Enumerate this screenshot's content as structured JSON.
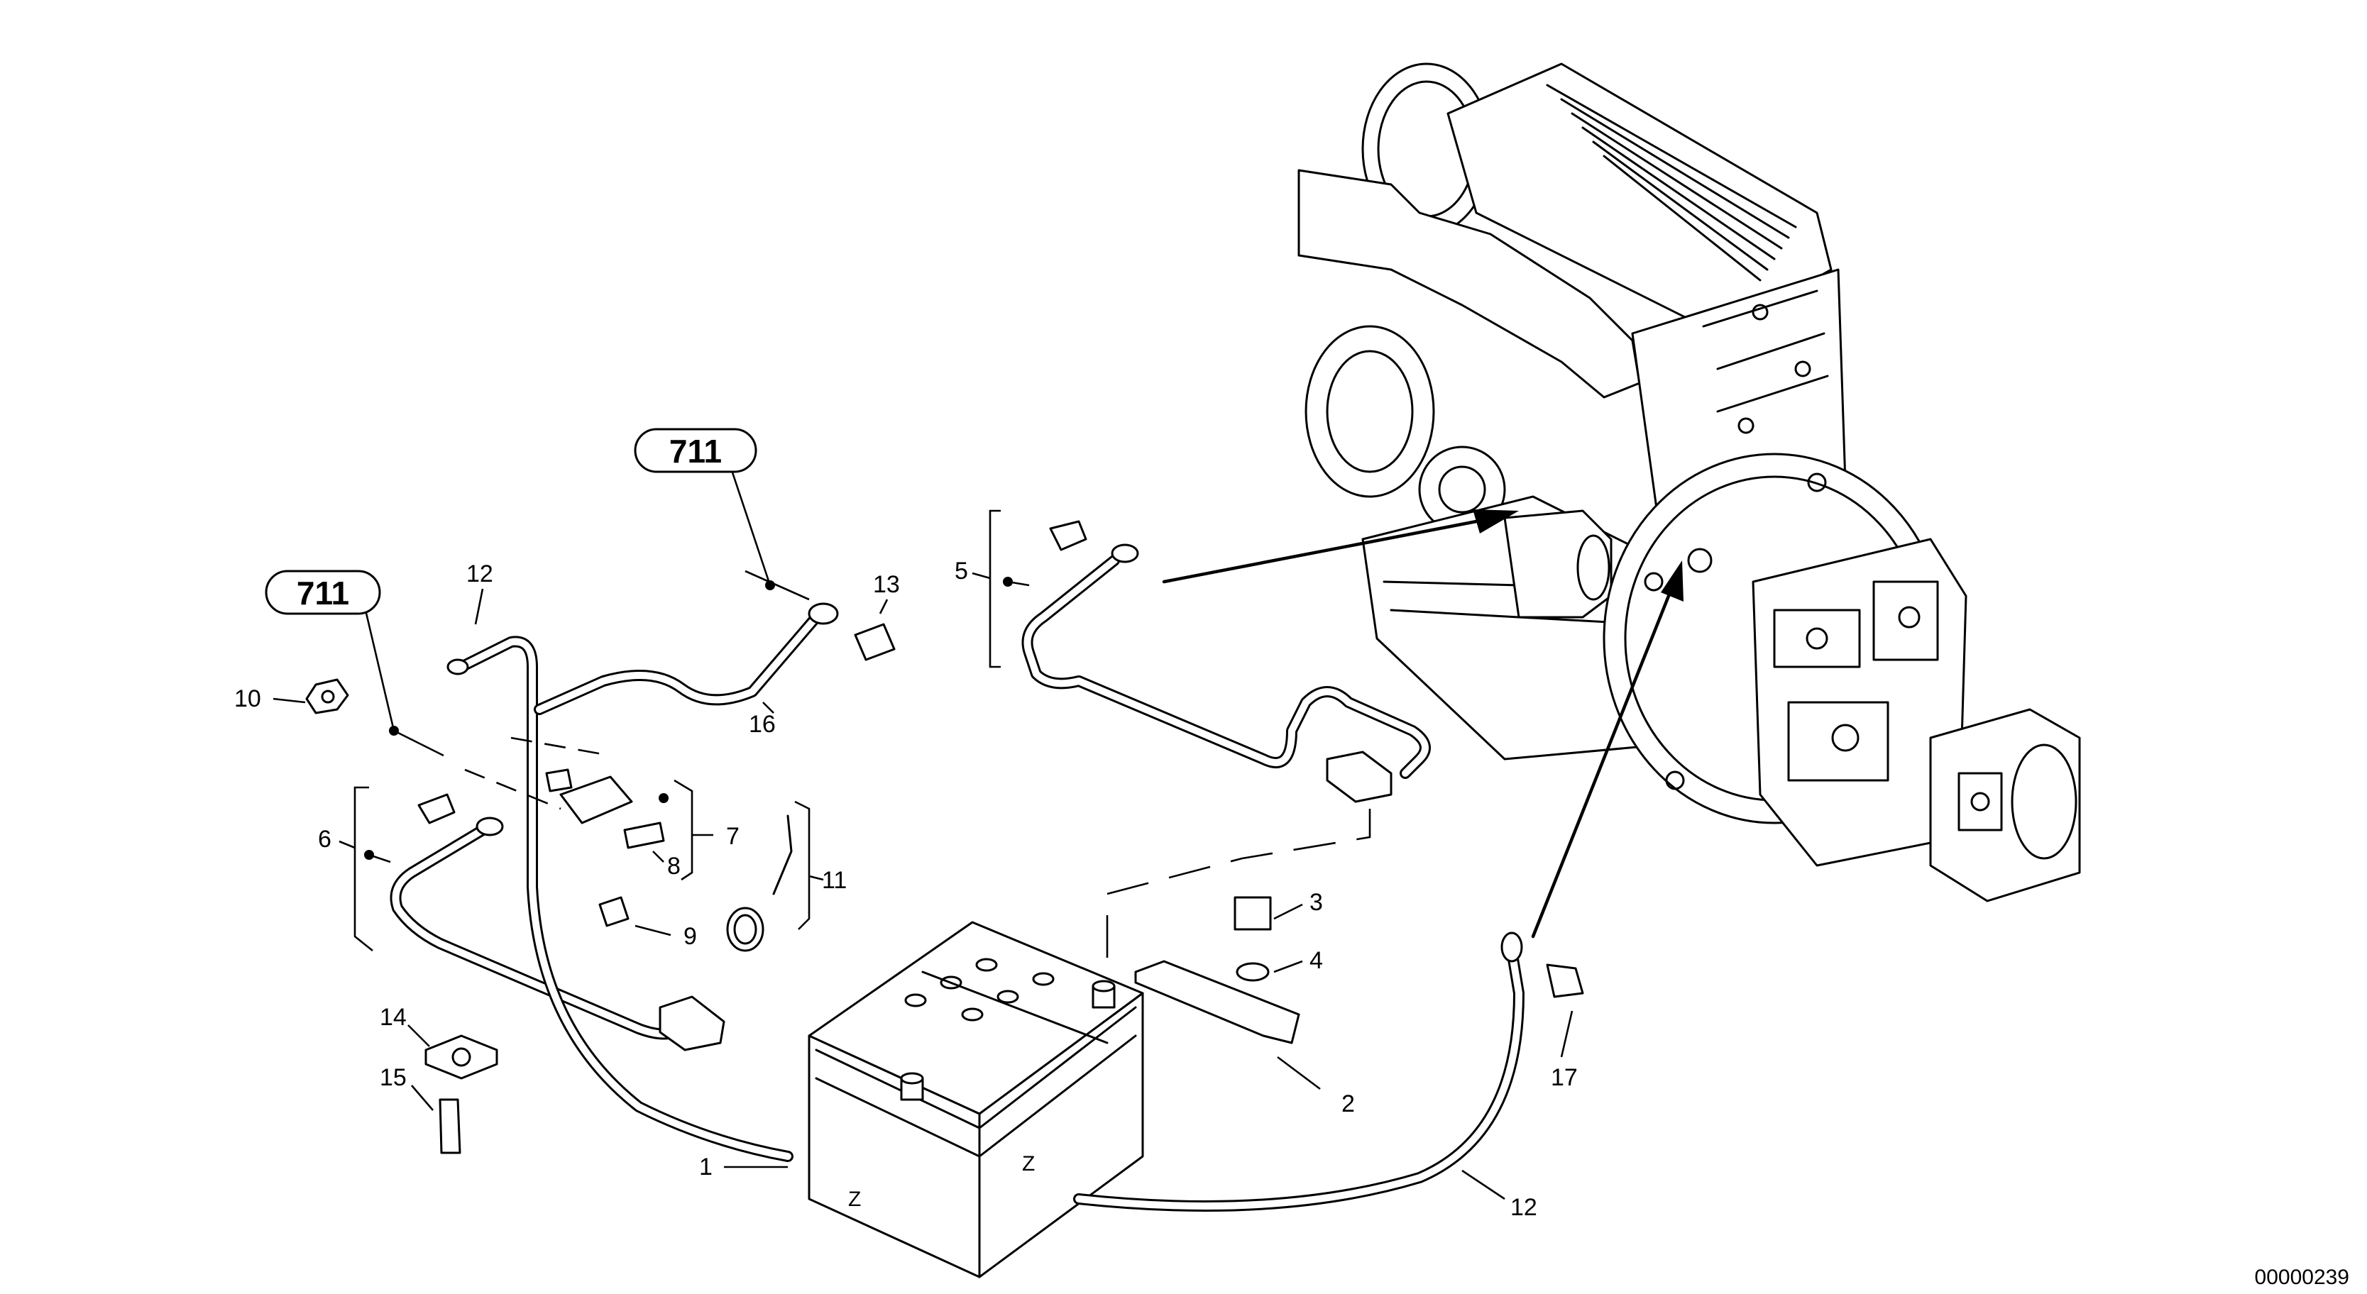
{
  "drawing": {
    "code": "00000239",
    "reference_callouts": [
      "711",
      "711"
    ],
    "battery_mark": "Z"
  },
  "callouts": {
    "c1": "1",
    "c2": "2",
    "c3": "3",
    "c4": "4",
    "c5": "5",
    "c6": "6",
    "c7": "7",
    "c8": "8",
    "c9": "9",
    "c10": "10",
    "c11": "11",
    "c12a": "12",
    "c12b": "12",
    "c13": "13",
    "c14": "14",
    "c15": "15",
    "c16": "16",
    "c17": "17"
  }
}
